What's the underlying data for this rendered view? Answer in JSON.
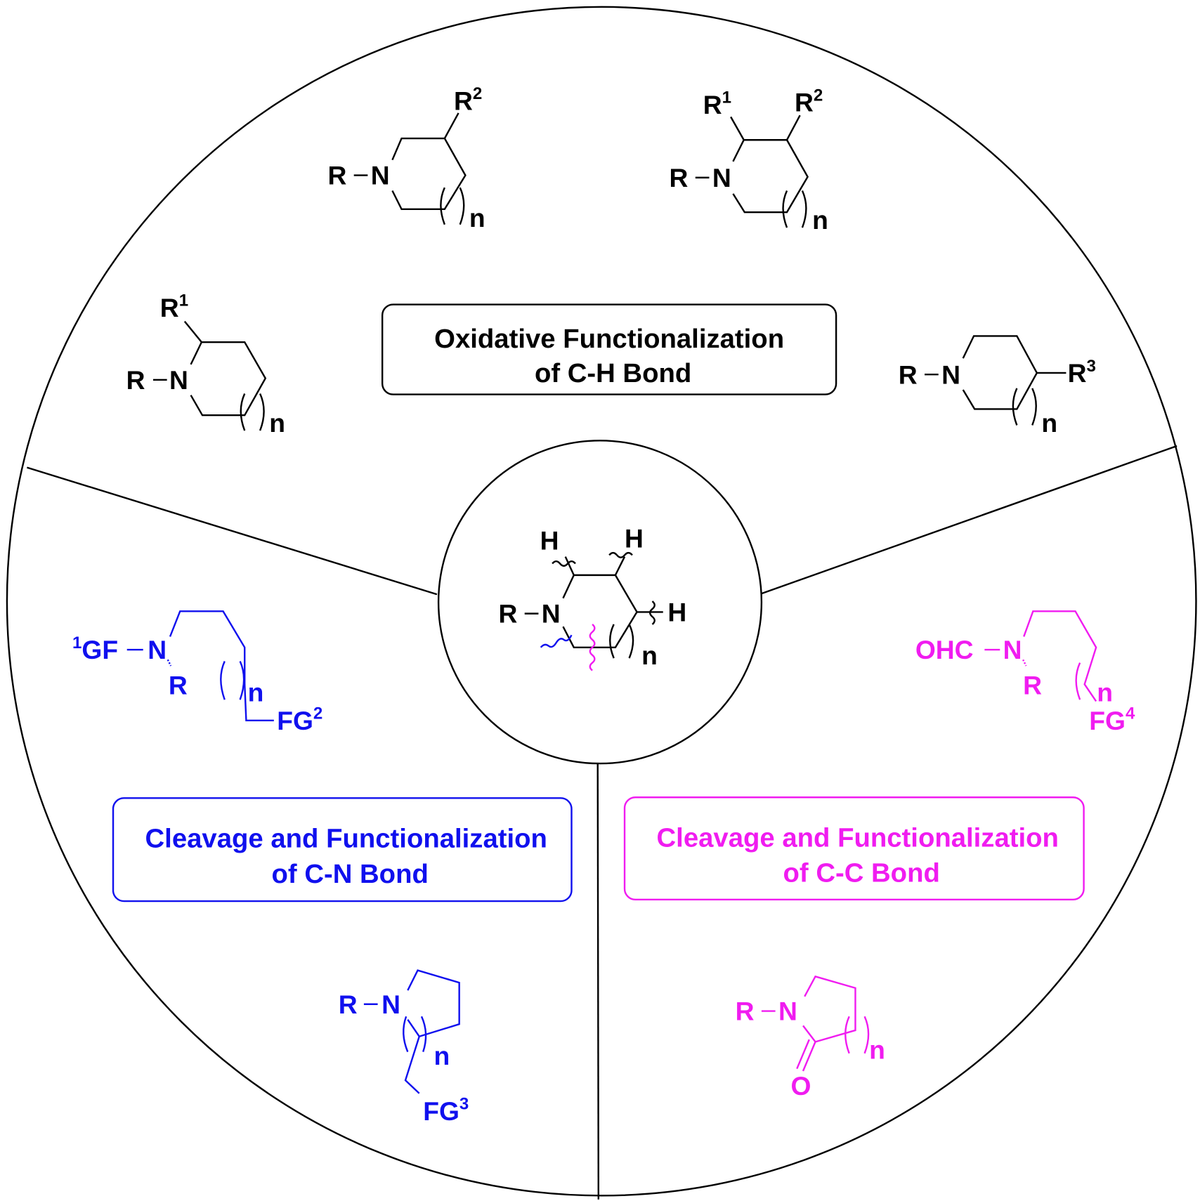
{
  "colors": {
    "black": "#000000",
    "blue": "#1010ee",
    "magenta": "#f01cf0"
  },
  "center": {
    "r": "R",
    "n_atom": "N",
    "h1": "H",
    "h2": "H",
    "h3": "H",
    "n": "n"
  },
  "oxidative": {
    "box": {
      "line1": "Oxidative Functionalization",
      "line2": "of C-H Bond"
    },
    "s1": {
      "r": "R",
      "n_atom": "N",
      "sub": "R",
      "sub_sup": "2",
      "n": "n"
    },
    "s2": {
      "r": "R",
      "n_atom": "N",
      "sub1": "R",
      "sub1_sup": "1",
      "sub2": "R",
      "sub2_sup": "2",
      "n": "n"
    },
    "s3": {
      "r": "R",
      "n_atom": "N",
      "sub": "R",
      "sub_sup": "1",
      "n": "n"
    },
    "s4": {
      "r": "R",
      "n_atom": "N",
      "sub": "R",
      "sub_sup": "3",
      "n": "n"
    }
  },
  "cn": {
    "box": {
      "line1": "Cleavage and Functionalization",
      "line2": "of C-N Bond"
    },
    "s1": {
      "gf_sup": "1",
      "gf": "GF",
      "n_atom": "N",
      "r": "R",
      "n": "n",
      "fg": "FG",
      "fg_sup": "2"
    },
    "s2": {
      "r": "R",
      "n_atom": "N",
      "n": "n",
      "fg": "FG",
      "fg_sup": "3"
    }
  },
  "cc": {
    "box": {
      "line1": "Cleavage and Functionalization",
      "line2": "of C-C Bond"
    },
    "s1": {
      "ohc": "OHC",
      "n_atom": "N",
      "r": "R",
      "n": "n",
      "fg": "FG",
      "fg_sup": "4"
    },
    "s2": {
      "r": "R",
      "n_atom": "N",
      "n": "n",
      "o": "O"
    }
  }
}
